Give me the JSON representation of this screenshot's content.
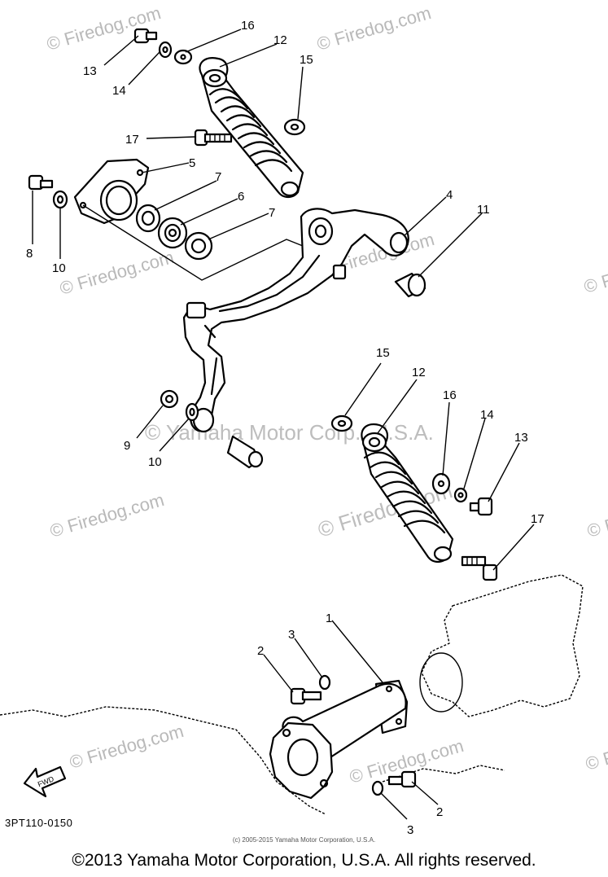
{
  "watermarks": {
    "site": "© Firedog.com",
    "center": "© Yamaha Motor Corp., U.S.A.",
    "center_overlay": "© Firedog.com"
  },
  "callouts": {
    "n1": "1",
    "n2a": "2",
    "n2b": "2",
    "n3a": "3",
    "n3b": "3",
    "n4": "4",
    "n5": "5",
    "n6": "6",
    "n7a": "7",
    "n7b": "7",
    "n8": "8",
    "n9": "9",
    "n10a": "10",
    "n10b": "10",
    "n11": "11",
    "n12a": "12",
    "n12b": "12",
    "n13a": "13",
    "n13b": "13",
    "n14a": "14",
    "n14b": "14",
    "n15a": "15",
    "n15b": "15",
    "n16a": "16",
    "n16b": "16",
    "n17a": "17",
    "n17b": "17"
  },
  "fwd_label": "FWD",
  "diagram_code": "3PT110-0150",
  "small_copyright": "(c) 2005-2015 Yamaha Motor Corporation, U.S.A.",
  "footer_copyright": "©2013 Yamaha Motor Corporation, U.S.A. All rights reserved."
}
